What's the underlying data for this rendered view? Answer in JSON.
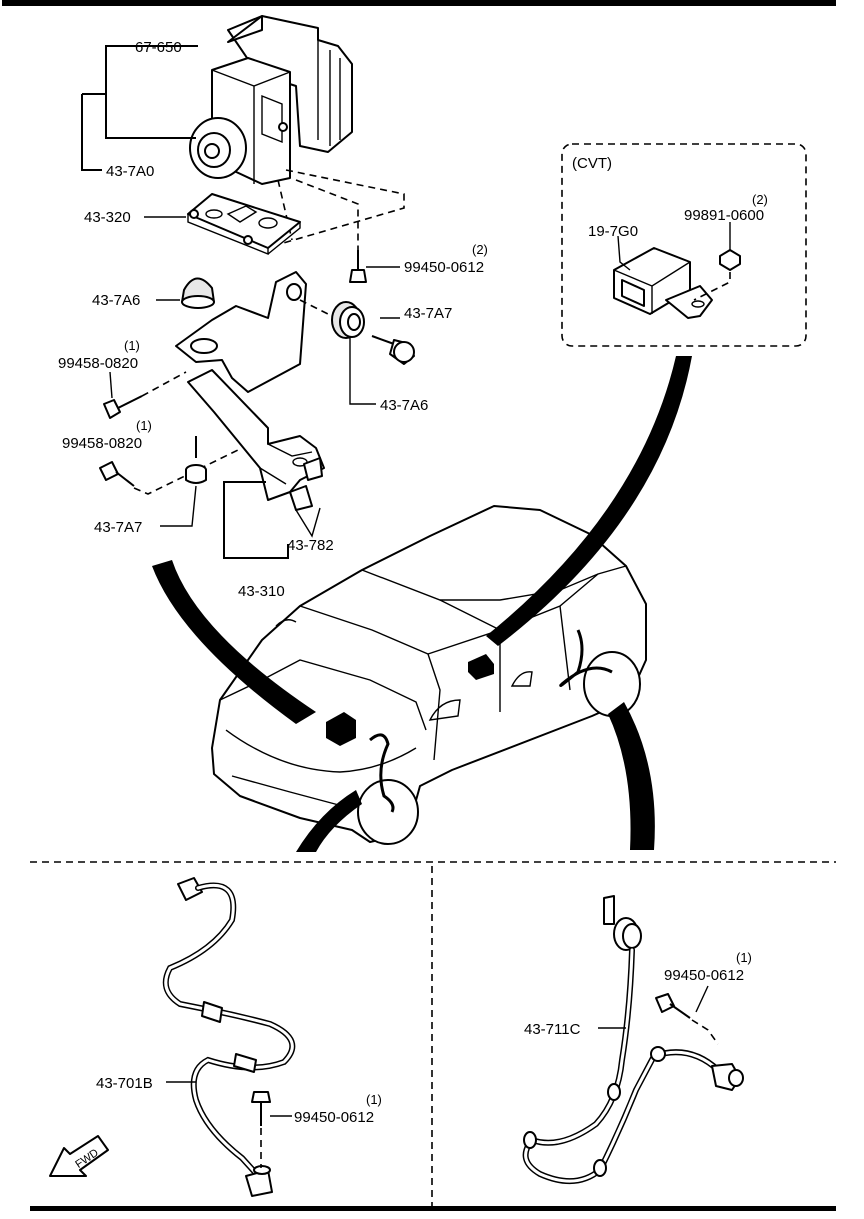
{
  "header": {
    "rule_color": "#000000"
  },
  "abs_unit": {
    "hcu_label": "67-650",
    "module_label": "43-7A0",
    "bracket_plate_label": "43-320",
    "bolt_right_label": "99450-0612",
    "bolt_right_qty": "(2)",
    "rubber_left_label": "43-7A6",
    "collar_right_label": "43-7A7",
    "rubber_right_label": "43-7A6",
    "bolt_upper_left_label": "99458-0820",
    "bolt_upper_left_qty": "(1)",
    "bolt_lower_left_label": "99458-0820",
    "bolt_lower_left_qty": "(1)",
    "collar_bottom_label": "43-7A7",
    "clip_label": "43-782",
    "bracket_label": "43-310"
  },
  "cvt_box": {
    "title": "(CVT)",
    "sensor_label": "19-7G0",
    "nut_label": "99891-0600",
    "nut_qty": "(2)"
  },
  "front_sensor": {
    "harness_label": "43-701B",
    "bolt_label": "99450-0612",
    "bolt_qty": "(1)",
    "fwd_label": "FWD"
  },
  "rear_sensor": {
    "harness_label": "43-711C",
    "bolt_label": "99450-0612",
    "bolt_qty": "(1)"
  },
  "icons": [
    "fwd-arrow-icon"
  ],
  "colors": {
    "ink": "#000000",
    "paper": "#ffffff"
  }
}
